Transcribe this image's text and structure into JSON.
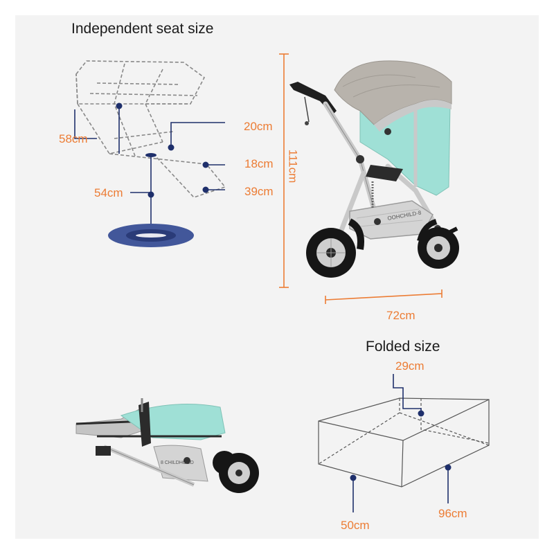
{
  "seat_section": {
    "heading": "Independent seat size",
    "dim_58": "58cm",
    "dim_20": "20cm",
    "dim_18": "18cm",
    "dim_39": "39cm",
    "dim_54": "54cm"
  },
  "stroller_section": {
    "height": "111cm",
    "length": "72cm"
  },
  "folded_section": {
    "heading": "Folded size",
    "dim_29": "29cm",
    "dim_50": "50cm",
    "dim_96": "96cm"
  },
  "colors": {
    "accent_orange": "#ec7c34",
    "marker_navy": "#1e2f6b",
    "frame_mint": "#9fe0d6",
    "canopy_gray": "#b8b3ac"
  }
}
